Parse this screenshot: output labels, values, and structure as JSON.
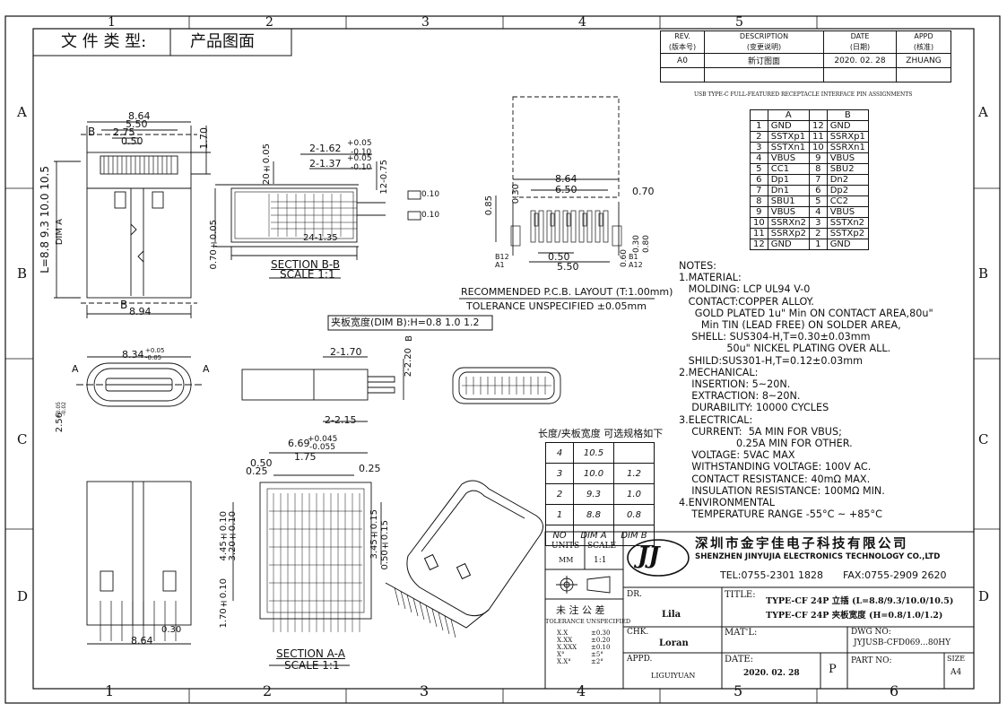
{
  "doc_type": {
    "label": "文 件 类 型:",
    "value": "产品图面"
  },
  "grid": {
    "columns": [
      "1",
      "2",
      "3",
      "4",
      "5",
      "6"
    ],
    "rows": [
      "A",
      "B",
      "C",
      "D"
    ]
  },
  "revision": {
    "headers": [
      "REV.\n(版本号)",
      "DESCRIPTION\n(变更说明)",
      "DATE\n(日期)",
      "APPD\n(核准)"
    ],
    "header_top": [
      "REV.",
      "DESCRIPTION",
      "DATE",
      "APPD"
    ],
    "header_bottom": [
      "(版本号)",
      "(变更说明)",
      "(日期)",
      "(核准)"
    ],
    "row": [
      "A0",
      "新订图面",
      "2020. 02. 28",
      "ZHUANG"
    ]
  },
  "pin_table": {
    "title": "USB TYPE-C FULL-FEATURED RECEPTACLE INTERFACE PIN ASSIGNMENTS",
    "col_a": "A",
    "col_b": "B",
    "rows": [
      [
        "1",
        "GND",
        "12",
        "GND"
      ],
      [
        "2",
        "SSTXp1",
        "11",
        "SSRXp1"
      ],
      [
        "3",
        "SSTXn1",
        "10",
        "SSRXn1"
      ],
      [
        "4",
        "VBUS",
        "9",
        "VBUS"
      ],
      [
        "5",
        "CC1",
        "8",
        "SBU2"
      ],
      [
        "6",
        "Dp1",
        "7",
        "Dn2"
      ],
      [
        "7",
        "Dn1",
        "6",
        "Dp2"
      ],
      [
        "8",
        "SBU1",
        "5",
        "CC2"
      ],
      [
        "9",
        "VBUS",
        "4",
        "VBUS"
      ],
      [
        "10",
        "SSRXn2",
        "3",
        "SSTXn2"
      ],
      [
        "11",
        "SSRXp2",
        "2",
        "SSTXp2"
      ],
      [
        "12",
        "GND",
        "1",
        "GND"
      ]
    ]
  },
  "notes": [
    "NOTES:",
    "1.MATERIAL:",
    "   MOLDING: LCP UL94 V-0",
    "   CONTACT:COPPER ALLOY.",
    "     GOLD PLATED 1u\" Min ON CONTACT AREA,80u\"",
    "       Min TIN (LEAD FREE) ON SOLDER AREA,",
    "    SHELL: SUS304-H,T=0.30±0.03mm",
    "               50u\" NICKEL PLATING OVER ALL.",
    "   SHILD:SUS301-H,T=0.12±0.03mm",
    "2.MECHANICAL:",
    "    INSERTION: 5~20N.",
    "    EXTRACTION: 8~20N.",
    "    DURABILITY: 10000 CYCLES",
    "3.ELECTRICAL:",
    "    CURRENT:  5A MIN FOR VBUS;",
    "                  0.25A MIN FOR OTHER.",
    "    VOLTAGE: 5VAC MAX",
    "    WITHSTANDING VOLTAGE: 100V AC.",
    "    CONTACT RESISTANCE: 40mΩ MAX.",
    "    INSULATION RESISTANCE: 100MΩ MIN.",
    "4.ENVIRONMENTAL",
    "    TEMPERATURE RANGE -55°C ~ +85°C"
  ],
  "options": {
    "caption": "长度/夹板宽度 可选规格如下",
    "rows": [
      [
        "4",
        "10.5",
        ""
      ],
      [
        "3",
        "10.0",
        "1.2"
      ],
      [
        "2",
        "9.3",
        "1.0"
      ],
      [
        "1",
        "8.8",
        "0.8"
      ],
      [
        "NO",
        "DIM A",
        "DIM B"
      ]
    ]
  },
  "dims": {
    "w864": "8.64",
    "w550": "5.50",
    "w275": "2.75",
    "w050": "0.50",
    "h170": "1.70",
    "b_lbl": "B",
    "a_lbl": "A",
    "dim_a": "L=8.8  9.3  10.0  10.5",
    "dim_a_word": "DIM A",
    "w894": "8.94",
    "d162": "2-1.62",
    "d162p": "+0.05",
    "d162m": "-0.10",
    "d137": "2-1.37",
    "d137p": "+0.05",
    "d137m": "-0.10",
    "d20": "20±0.05",
    "d12": "12-0.75",
    "d070": "0.70±0.05",
    "d24": "24-1.35",
    "tol010a": "0.10",
    "tol010b": "0.10",
    "sec_bb": "SECTION  B-B",
    "scale_bb": "SCALE  1:1",
    "pcb_w864": "8.64",
    "pcb_w650": "6.50",
    "pcb_070": "0.70",
    "pcb_085": "0.85",
    "pcb_030": "0.30",
    "pcb_b12": "B12",
    "pcb_a1": "A1",
    "pcb_b1": "B1",
    "pcb_a12": "A12",
    "pcb_050": "0.50",
    "pcb_550": "5.50",
    "pcb_060": "0.60",
    "pcb_v030": "0.30",
    "pcb_080": "0.80",
    "pcb_title": "RECOMMENDED  P.C.B. LAYOUT (T:1.00mm)",
    "pcb_tol": "TOLERANCE UNSPECIFIED ±0.05mm",
    "clamp": "夹板宽度(DIM B):H=0.8 1.0 1.2",
    "f834": "8.34",
    "f834p": "+0.05",
    "f834m": "-0.05",
    "f256": "2.56",
    "f256p": "+0.05",
    "f256m": "-0.02",
    "s170": "2-1.70",
    "s220": "2-2.20",
    "s215": "2-2.15",
    "s_b": "B",
    "t669": "6.69",
    "t669p": "+0.045",
    "t669m": "-0.055",
    "t175": "1.75",
    "t050": "0.50",
    "t025a": "0.25",
    "t025b": "0.25",
    "t445": "4.45±0.10",
    "t320": "3.20±0.10",
    "t345": "3.45±0.15",
    "t050b": "0.50±0.15",
    "t170": "1.70±0.10",
    "bot864": "8.64",
    "bot030": "0.30",
    "sec_aa": "SECTION  A-A",
    "scale_aa": "SCALE  1:1"
  },
  "title_block": {
    "units_label": "UNITS",
    "units_value": "MM",
    "scale_label": "SCALE",
    "scale_value": "1:1",
    "logo": "JJ",
    "company_cn": "深圳市金宇佳电子科技有限公司",
    "company_en": "SHENZHEN JINYUJIA ELECTRONICS TECHNOLOGY CO.,LTD",
    "tel": "TEL:0755-2301 1828",
    "fax": "FAX:0755-2909 2620",
    "dr_label": "DR.",
    "dr_value": "Lila",
    "title_label": "TITLE:",
    "title_1": "TYPE-CF 24P 立插 (L=8.8/9.3/10.0/10.5)",
    "title_2": "TYPE-CF 24P 夹板宽度 (H=0.8/1.0/1.2)",
    "chk_label": "CHK.",
    "chk_value": "Loran",
    "mat_label": "MAT'L:",
    "dwg_label": "DWG NO:",
    "dwg_value": "JYJUSB-CFD069...80HY",
    "appd_label": "APPD.",
    "appd_value": "LIGUIYUAN",
    "date_label": "DATE:",
    "date_value": "2020. 02. 28",
    "p_value": "P",
    "part_label": "PART NO:",
    "size_label": "SIZE",
    "size_value": "A4",
    "tol_cn": "未 注 公 差",
    "tol_en": "TOLERANCE UNSPECIFIED",
    "tol_rows": [
      [
        "X.X",
        "±0.30"
      ],
      [
        "X.XX",
        "±0.20"
      ],
      [
        "X.XXX",
        "±0.10"
      ],
      [
        "X°",
        "±5°"
      ],
      [
        "X.X°",
        "±2°"
      ]
    ]
  }
}
